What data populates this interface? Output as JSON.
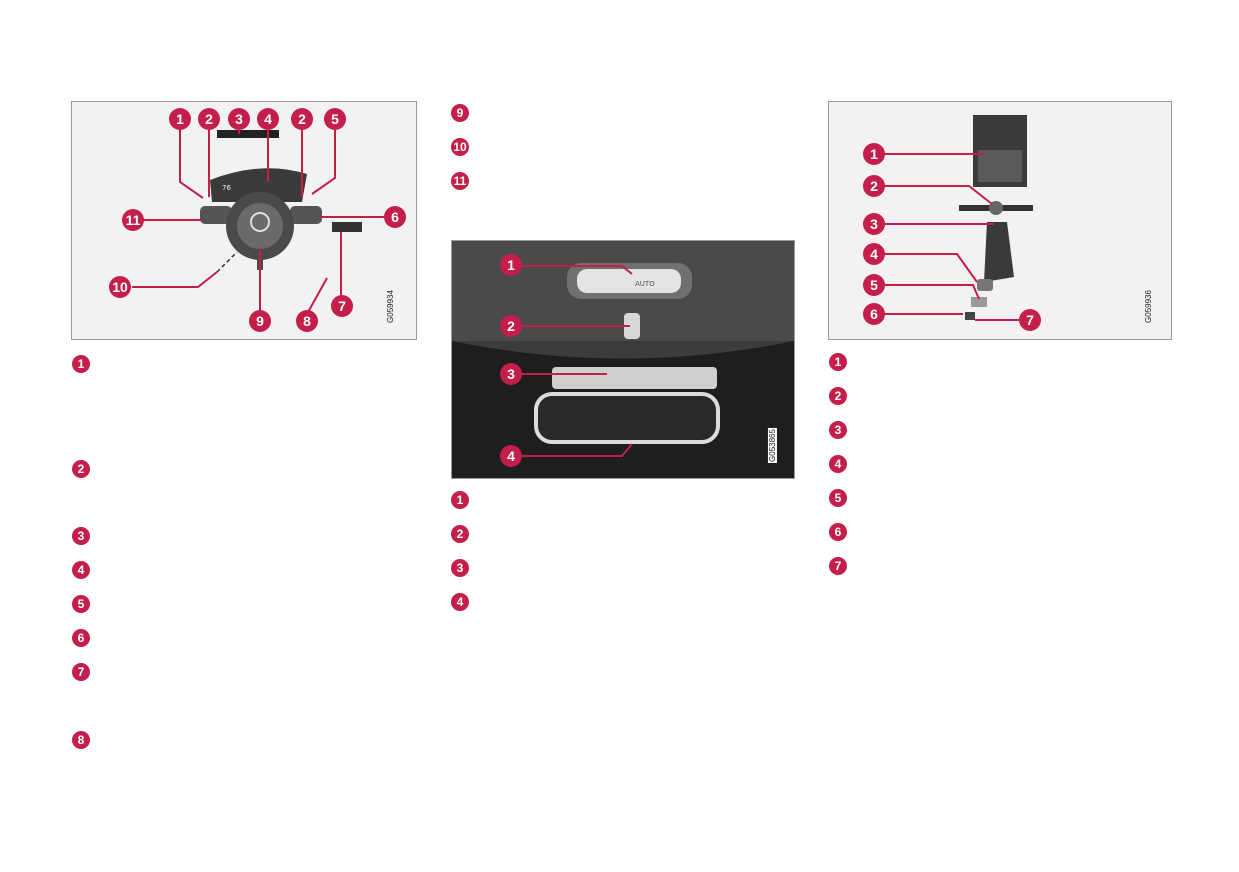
{
  "figures": [
    {
      "id": "fig1",
      "image_code": "G059934",
      "callouts": [
        "1",
        "2",
        "3",
        "4",
        "2",
        "5",
        "11",
        "6",
        "10",
        "9",
        "8",
        "7"
      ],
      "gauge_speed": "76"
    },
    {
      "id": "fig2",
      "image_code": "G053865",
      "callouts": [
        "1",
        "2",
        "3",
        "4"
      ],
      "console_label": "AUTO"
    },
    {
      "id": "fig3",
      "image_code": "G059936",
      "callouts": [
        "1",
        "2",
        "3",
        "4",
        "5",
        "6",
        "7"
      ]
    }
  ],
  "lists": {
    "left": [
      "1",
      "2",
      "3",
      "4",
      "5",
      "6",
      "7",
      "8"
    ],
    "middle_top": [
      "9",
      "10",
      "11"
    ],
    "middle_bottom": [
      "1",
      "2",
      "3",
      "4"
    ],
    "right": [
      "1",
      "2",
      "3",
      "4",
      "5",
      "6",
      "7"
    ]
  },
  "colors": {
    "accent": "#c41e4a",
    "line": "#c41e4a"
  }
}
